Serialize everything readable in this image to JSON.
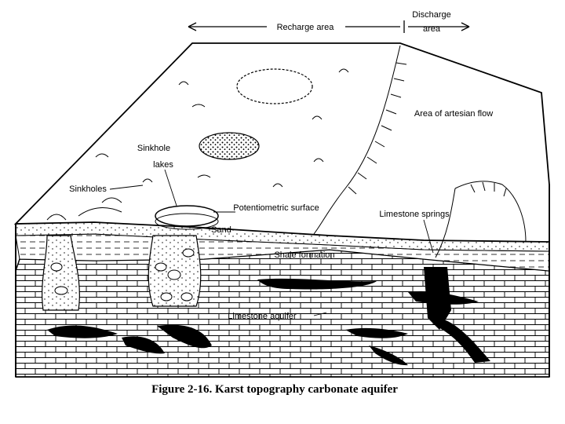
{
  "figure": {
    "caption": "Figure 2-16.  Karst topography carbonate aquifer"
  },
  "labels": {
    "recharge_area": "Recharge area",
    "discharge_area_line1": "Discharge",
    "discharge_area_line2": "area",
    "area_of_artesian_flow": "Area of artesian flow",
    "sinkhole_lakes_line1": "Sinkhole",
    "sinkhole_lakes_line2": "lakes",
    "sinkholes": "Sinkholes",
    "potentiometric_surface": "Potentiometric surface",
    "sand": "Sand",
    "limestone_springs": "Limestone springs",
    "shale_formation": "Shale formation",
    "limestone_aquifer": "Limestone aquifer"
  },
  "colors": {
    "ink": "#000000",
    "paper": "#ffffff"
  }
}
